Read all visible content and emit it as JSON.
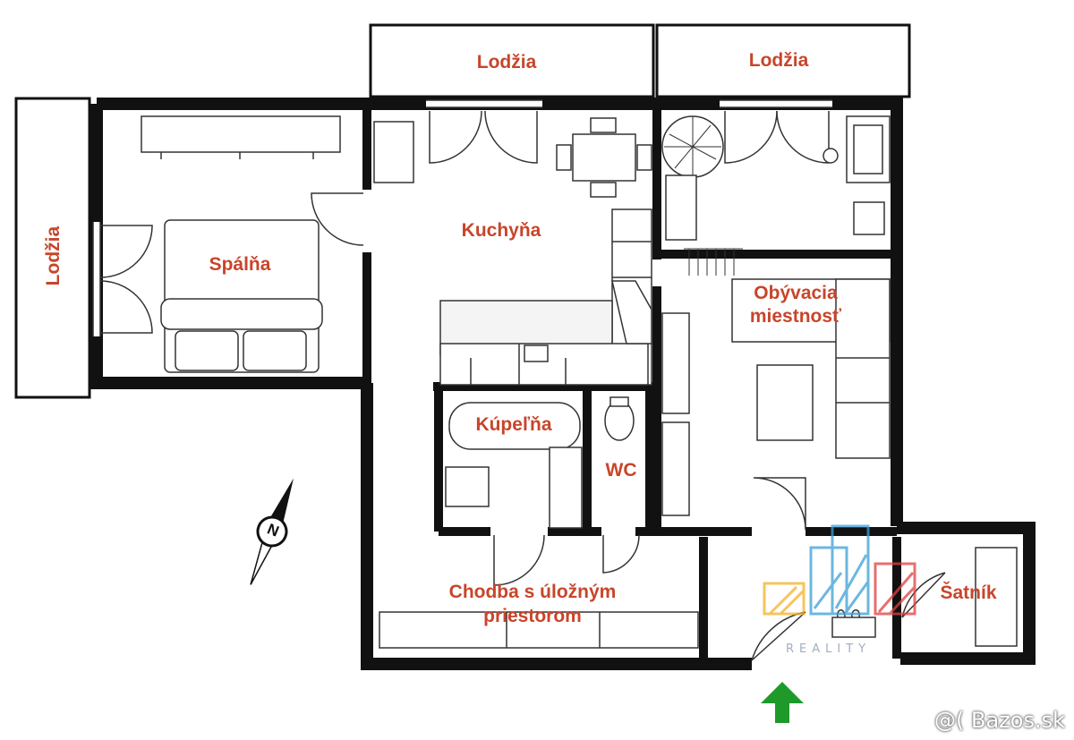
{
  "rooms": {
    "lodzia_top_left": "Lodžia",
    "lodzia_top_right": "Lodžia",
    "lodzia_left": "Lodžia",
    "spalna": "Spálňa",
    "kuchyna": "Kuchyňa",
    "obyvacia_line1": "Obývacia",
    "obyvacia_line2": "miestnosť",
    "kupelna": "Kúpeľňa",
    "wc": "WC",
    "chodba_line1": "Chodba s úložným",
    "chodba_line2": "priestorom",
    "satnik": "Šatník"
  },
  "compass": {
    "letter": "N"
  },
  "watermark": {
    "site": "@( Bazos.sk",
    "brand": "REALITY"
  },
  "colors": {
    "label": "#c8452a",
    "wall": "#111111",
    "arrow": "#1f9a2a",
    "logo_blue": "#3aa0d8",
    "logo_red": "#e04040",
    "logo_yellow": "#f2b12a"
  }
}
